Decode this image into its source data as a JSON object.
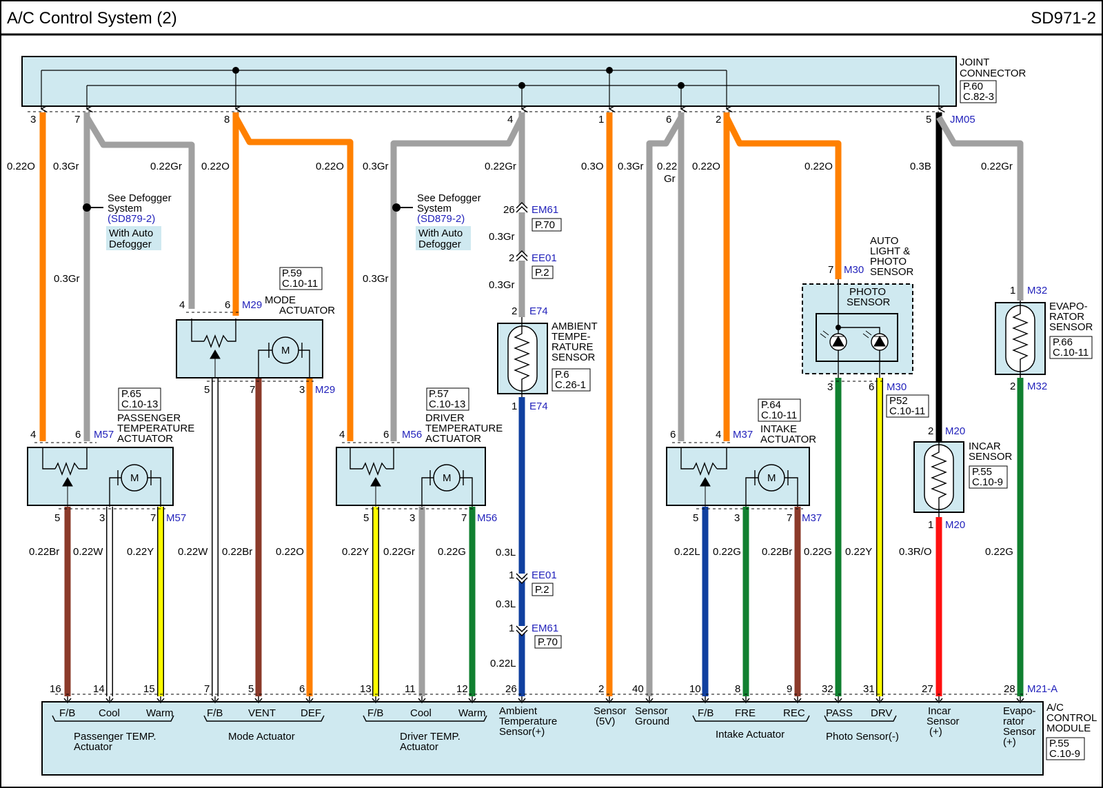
{
  "header": {
    "title": "A/C Control System (2)",
    "code": "SD971-2"
  },
  "colors": {
    "orange": "#ff8000",
    "gray": "#a0a0a0",
    "black": "#000000",
    "blue": "#1040a0",
    "brown": "#8b3a2a",
    "white": "#ffffff",
    "yellow": "#ffff00",
    "green": "#108030",
    "red": "#ff1010",
    "box": "#cfe9f0"
  },
  "joint_connector": {
    "name": "JOINT CONNECTOR",
    "page": "P.60",
    "conn": "C.82-3",
    "id": "JM05"
  },
  "jc_pins": [
    "3",
    "7",
    "8",
    "4",
    "1",
    "6",
    "2",
    "5"
  ],
  "defogger_note": {
    "see": "See Defogger System",
    "ref": "(SD879-2)",
    "with": "With Auto Defogger"
  },
  "components": {
    "passenger_actuator": {
      "name": "PASSENGER TEMPERATURE ACTUATOR",
      "page": "P.65",
      "conn": "C.10-13",
      "id": "M57",
      "pins_top": [
        "4",
        "6"
      ],
      "pins_bottom": [
        "5",
        "3",
        "7"
      ]
    },
    "mode_actuator": {
      "name": "MODE ACTUATOR",
      "page": "P.59",
      "conn": "C.10-11",
      "id": "M29",
      "pins_top": [
        "4",
        "6"
      ],
      "pins_bottom": [
        "5",
        "7",
        "3"
      ]
    },
    "driver_actuator": {
      "name": "DRIVER TEMPERATURE ACTUATOR",
      "page": "P.57",
      "conn": "C.10-13",
      "id": "M56",
      "pins_top": [
        "4",
        "6"
      ],
      "pins_bottom": [
        "5",
        "3",
        "7"
      ]
    },
    "ambient_sensor": {
      "name": "AMBIENT TEMPERATURE SENSOR",
      "page": "P.6",
      "conn": "C.26-1",
      "id": "E74",
      "pins": [
        "2",
        "1"
      ]
    },
    "intake_actuator": {
      "name": "INTAKE ACTUATOR",
      "page": "P.64",
      "conn": "C.10-11",
      "id": "M37",
      "pins_top": [
        "6",
        "4"
      ],
      "pins_bottom": [
        "5",
        "3",
        "7"
      ]
    },
    "auto_light": {
      "name": "AUTO LIGHT & PHOTO SENSOR",
      "inner": "PHOTO SENSOR",
      "page": "P52",
      "conn": "C.10-11",
      "id": "M30",
      "pins": [
        "7",
        "3",
        "6"
      ]
    },
    "incar_sensor": {
      "name": "INCAR SENSOR",
      "page": "P.55",
      "conn": "C.10-9",
      "id": "M20",
      "pins": [
        "2",
        "1"
      ]
    },
    "evap_sensor": {
      "name": "EVAPORATOR SENSOR",
      "page": "P.66",
      "conn": "C.10-11",
      "id": "M32",
      "pins": [
        "1",
        "2"
      ]
    }
  },
  "connectors": {
    "em61_top": {
      "pin": "26",
      "id": "EM61",
      "page": "P.70"
    },
    "ee01_top": {
      "pin": "2",
      "id": "EE01",
      "page": "P.2"
    },
    "ee01_bottom": {
      "pin": "1",
      "id": "EE01",
      "page": "P.2"
    },
    "em61_bottom": {
      "pin": "1",
      "id": "EM61",
      "page": "P.70"
    }
  },
  "wire_labels": {
    "w3": "0.22O",
    "w7a": "0.3Gr",
    "w7b": "0.22Gr",
    "w7c": "0.3Gr",
    "w8a": "0.22O",
    "w8b": "0.22O",
    "w4a": "0.3Gr",
    "w4b": "0.22Gr",
    "w4c": "0.3Gr",
    "w4d": "0.3Gr",
    "w4e": "0.3Gr",
    "w1": "0.3O",
    "w6a": "0.3Gr",
    "w6b": "0.22",
    "w6c": "Gr",
    "w2a": "0.22O",
    "w2b": "0.22O",
    "w5a": "0.3B",
    "w5b": "0.22Gr",
    "wl1": "0.3L",
    "wl2": "0.3L",
    "wl3": "0.22L"
  },
  "bottom_wires": [
    "0.22Br",
    "0.22W",
    "0.22Y",
    "0.22W",
    "0.22Br",
    "0.22O",
    "0.22Y",
    "0.22Gr",
    "0.22G",
    "0.22L",
    "0.22G",
    "0.22Br",
    "0.22G",
    "0.22Y",
    "0.3R/O",
    "0.22G"
  ],
  "module": {
    "name": "A/C CONTROL MODULE",
    "id": "M21-A",
    "page": "P.55",
    "conn": "C.10-9",
    "pins": [
      "16",
      "14",
      "15",
      "7",
      "5",
      "6",
      "13",
      "11",
      "12",
      "26",
      "2",
      "40",
      "10",
      "8",
      "9",
      "32",
      "31",
      "27",
      "28"
    ],
    "labels": {
      "pfb": "F/B",
      "pcool": "Cool",
      "pwarm": "Warm",
      "pgroup1": "Passenger TEMP.",
      "pgroup2": "Actuator",
      "mfb": "F/B",
      "mvent": "VENT",
      "mdef": "DEF",
      "mgroup": "Mode Actuator",
      "dfb": "F/B",
      "dcool": "Cool",
      "dwarm": "Warm",
      "dgroup1": "Driver TEMP.",
      "dgroup2": "Actuator",
      "amb1": "Ambient",
      "amb2": "Temperature",
      "amb3": "Sensor(+)",
      "s5v1": "Sensor",
      "s5v2": "(5V)",
      "sg1": "Sensor",
      "sg2": "Ground",
      "ifb": "F/B",
      "ifre": "FRE",
      "irec": "REC",
      "igroup": "Intake Actuator",
      "pass": "PASS",
      "drv": "DRV",
      "photo": "Photo Sensor(-)",
      "inc1": "Incar",
      "inc2": "Sensor",
      "inc3": "(+)",
      "ev1": "Evapo-",
      "ev2": "rator",
      "ev3": "Sensor",
      "ev4": "(+)"
    }
  }
}
